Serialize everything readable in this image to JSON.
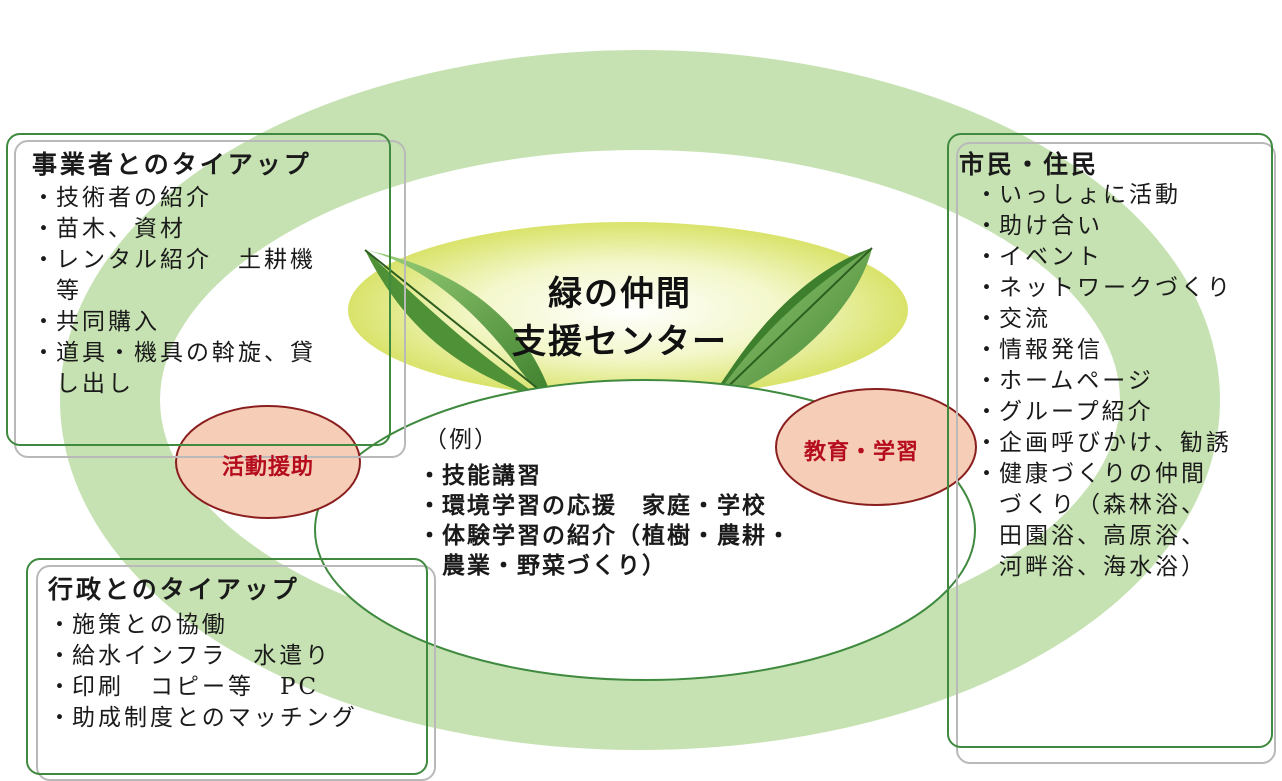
{
  "colors": {
    "ring": "#c6e2b2",
    "panel_border": "#3f8a3f",
    "badge_fill": "#f6cdb6",
    "badge_stroke": "#8a1e1e",
    "badge_text": "#b50c1e",
    "leaf": "#5fa043"
  },
  "center": {
    "title_line1": "緑の仲間",
    "title_line2": "支援センター"
  },
  "badges": {
    "left": "活動援助",
    "right": "教育・学習"
  },
  "examples": {
    "heading": "（例）",
    "bullet": "・",
    "items": [
      "技能講習",
      "環境学習の応援　家庭・学校",
      "体験学習の紹介（植樹・農耕・\n農業・野菜づくり）"
    ]
  },
  "business": {
    "title": "事業者とのタイアップ",
    "bullet": "・",
    "items": [
      "技術者の紹介",
      "苗木、資材",
      "レンタル紹介　土耕機\n等",
      "共同購入",
      "道具・機具の斡旋、貸\nし出し"
    ]
  },
  "government": {
    "title": "行政とのタイアップ",
    "bullet": "・",
    "items": [
      "施策との協働",
      "給水インフラ　水遣り",
      "印刷　コピー等　PC",
      "助成制度とのマッチング"
    ]
  },
  "citizens": {
    "title": "市民・住民",
    "bullet": "・",
    "items": [
      "いっしょに活動",
      "助け合い",
      "イベント",
      "ネットワークづくり",
      "交流",
      "情報発信",
      "ホームページ",
      "グループ紹介",
      "企画呼びかけ、勧誘",
      "健康づくりの仲間\nづくり（森林浴、\n田園浴、高原浴、\n河畔浴、海水浴）"
    ]
  }
}
